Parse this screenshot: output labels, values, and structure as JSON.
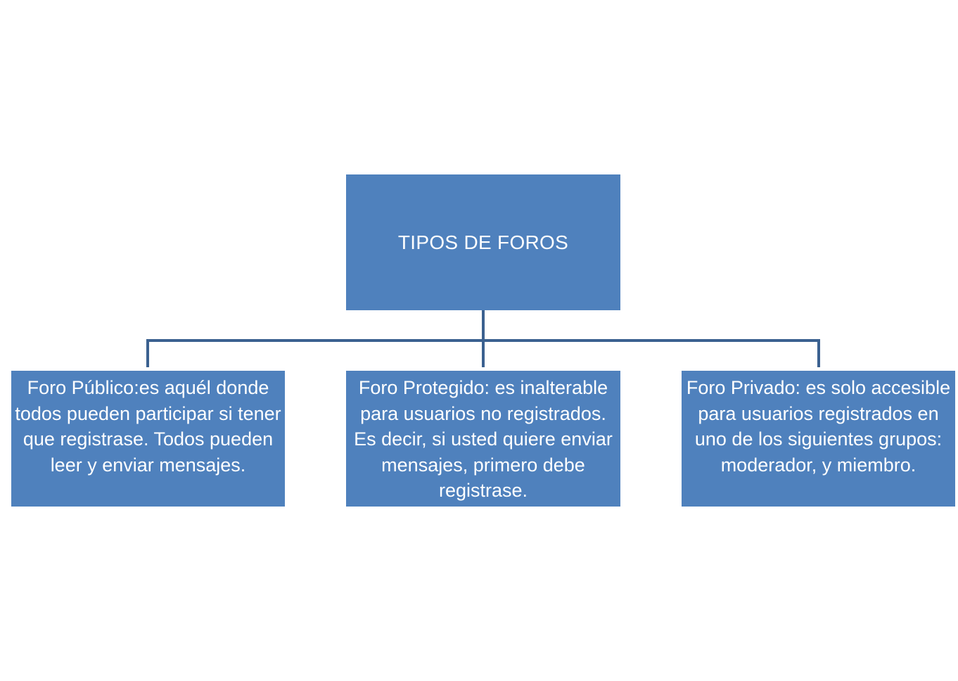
{
  "diagram": {
    "root": {
      "label": "TIPOS DE FOROS"
    },
    "children": [
      {
        "label": "Foro Público:es aquél donde todos pueden participar si tener que registrase. Todos pueden leer y enviar mensajes."
      },
      {
        "label": "Foro Protegido: es inalterable para usuarios no registrados. Es decir, si usted quiere enviar mensajes, primero debe registrase."
      },
      {
        "label": "Foro Privado: es solo accesible para usuarios registrados en uno de los siguientes grupos: moderador, y miembro."
      }
    ],
    "colors": {
      "node_fill": "#4f81bd",
      "connector": "#3b6190",
      "text": "#ffffff"
    }
  }
}
